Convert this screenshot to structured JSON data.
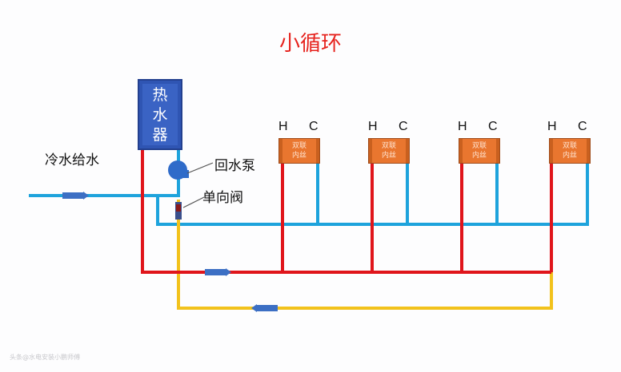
{
  "title": "小循环",
  "heater": {
    "chars": [
      "热",
      "水",
      "器"
    ]
  },
  "labels": {
    "cold_inlet": "冷水给水",
    "pump": "回水泵",
    "check_valve": "单向阀"
  },
  "fixtures": [
    {
      "label1": "双联",
      "label2": "内丝",
      "hot": "H",
      "cold": "C"
    },
    {
      "label1": "双联",
      "label2": "内丝",
      "hot": "H",
      "cold": "C"
    },
    {
      "label1": "双联",
      "label2": "内丝",
      "hot": "H",
      "cold": "C"
    },
    {
      "label1": "双联",
      "label2": "内丝",
      "hot": "H",
      "cold": "C"
    }
  ],
  "colors": {
    "hot": "#e0151b",
    "cold": "#1ea3dc",
    "return": "#f2c21c",
    "title": "#e6231e",
    "heater": "#3a63c4",
    "fixture": "#e9762f"
  },
  "watermark": "头条@水电安装小鹏师傅"
}
